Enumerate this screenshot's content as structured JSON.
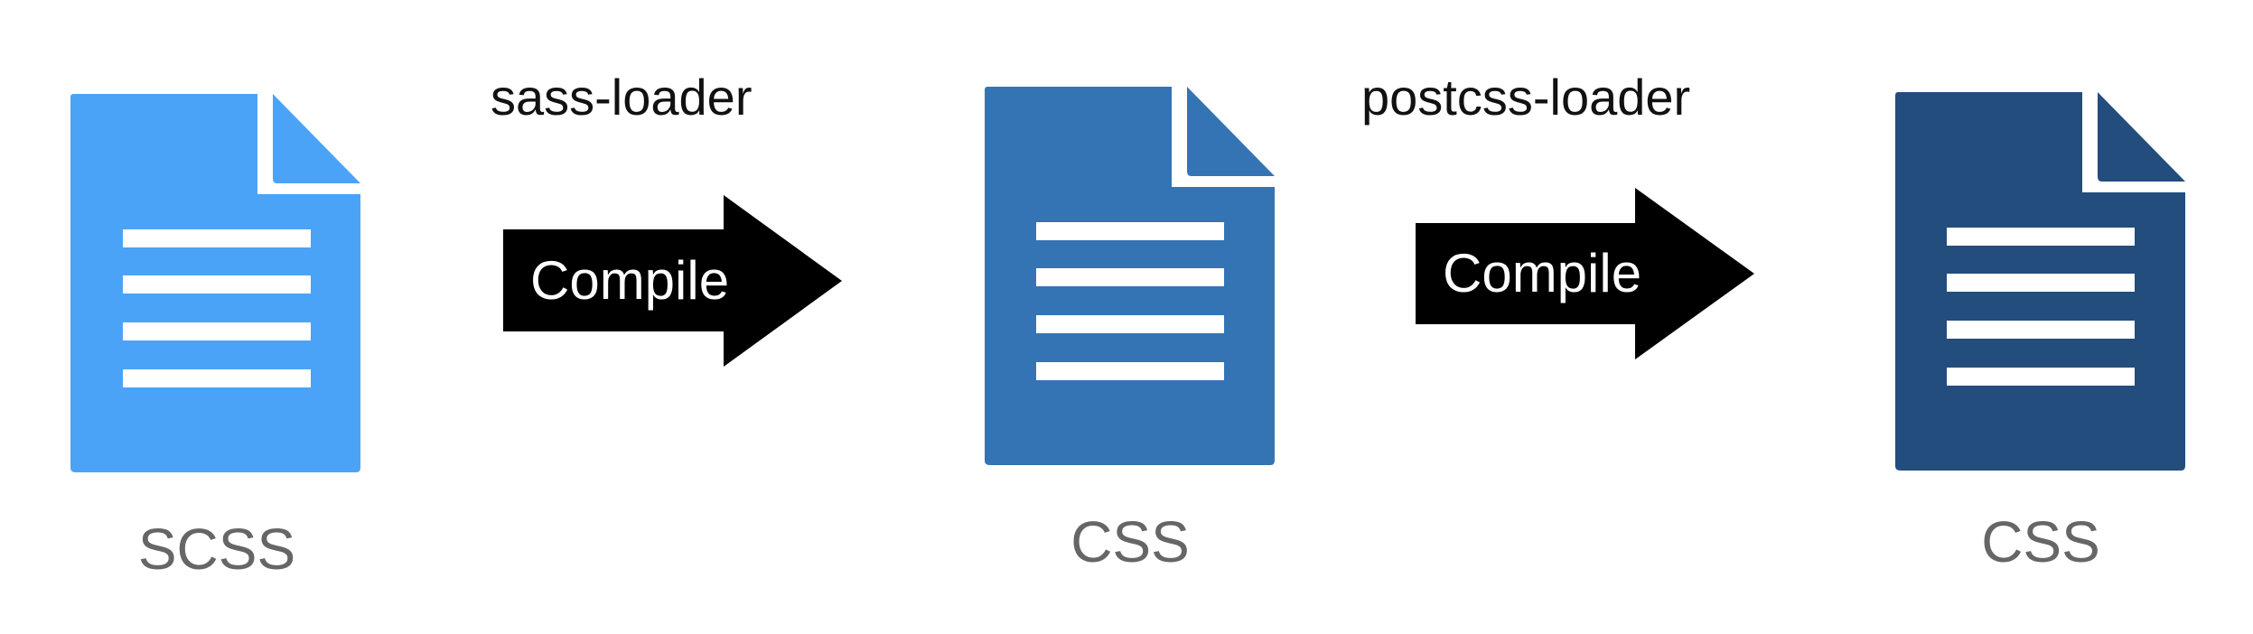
{
  "nodes": [
    {
      "label": "SCSS",
      "color": "#4BA3F7",
      "icon": "document-icon"
    },
    {
      "label": "CSS",
      "color": "#3574B4",
      "icon": "document-icon"
    },
    {
      "label": "CSS",
      "color": "#224D7D",
      "icon": "document-icon"
    }
  ],
  "edges": [
    {
      "loader": "sass-loader",
      "action": "Compile",
      "color": "#000000",
      "icon": "arrow-right-icon"
    },
    {
      "loader": "postcss-loader",
      "action": "Compile",
      "color": "#000000",
      "icon": "arrow-right-icon"
    }
  ]
}
